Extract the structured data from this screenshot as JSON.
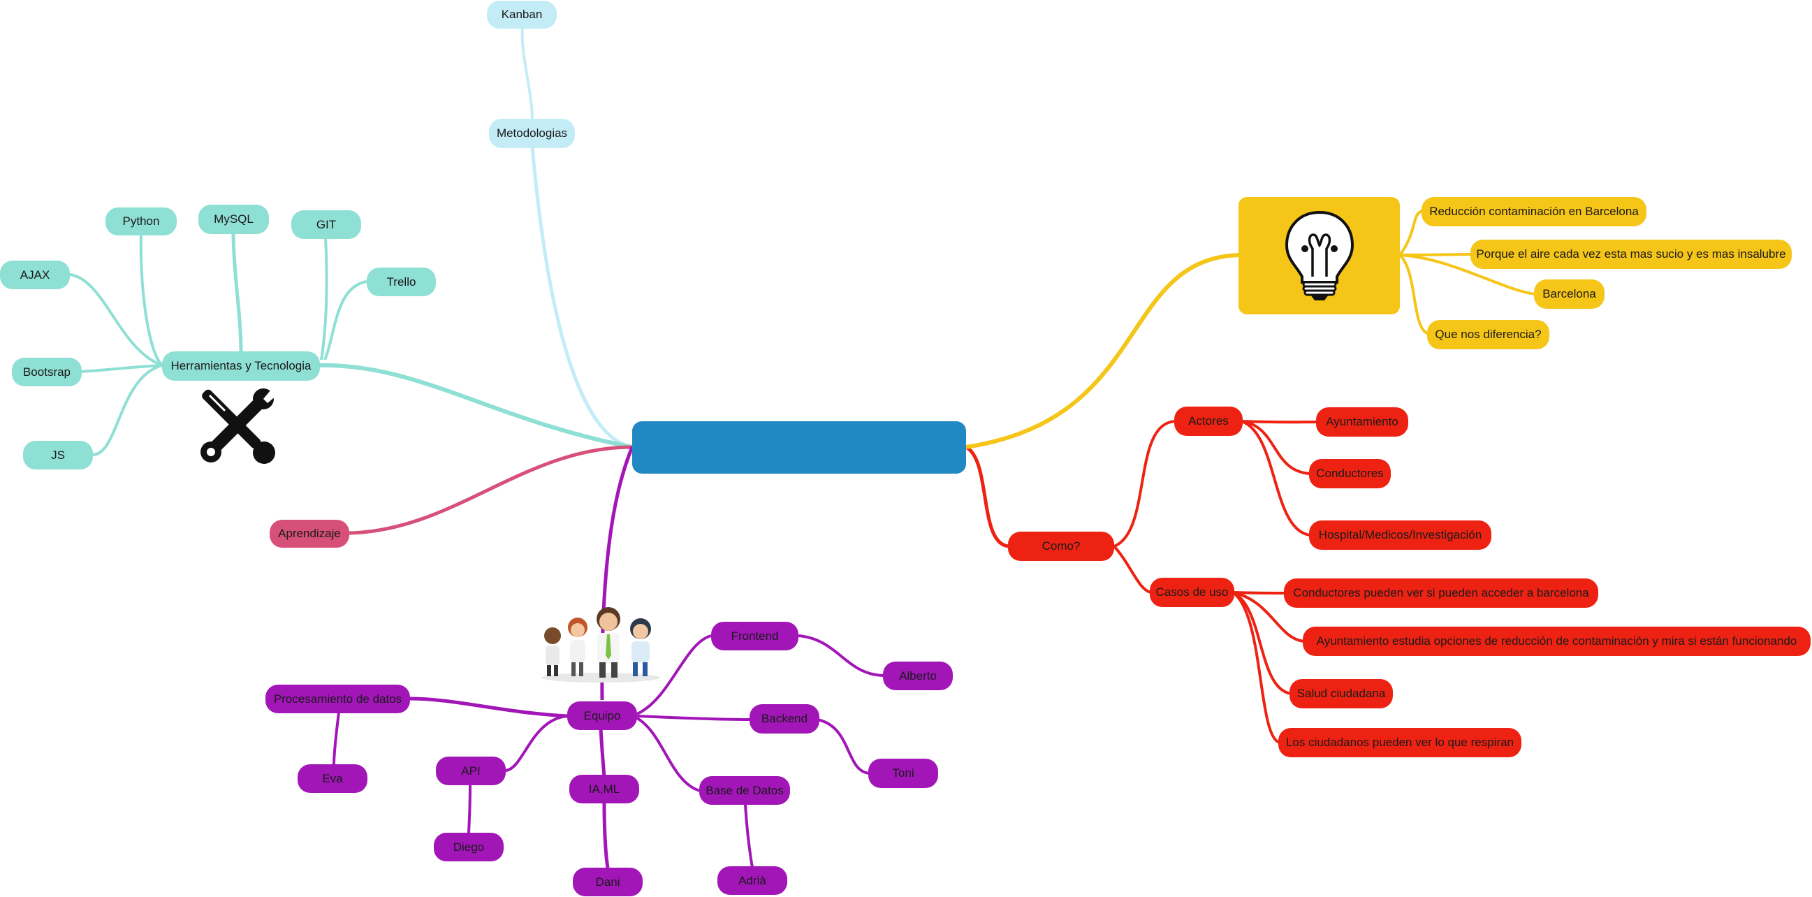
{
  "central": {
    "label": "",
    "color": "#2089c4"
  },
  "colors": {
    "tools": "#8edfd4",
    "method": "#c3ecf7",
    "learn": "#d6507a",
    "team": "#a216b8",
    "how": "#ee2212",
    "idea": "#f5c518"
  },
  "branches": {
    "metodologias": "Metodologias",
    "kanban": "Kanban",
    "herramientas": "Herramientas y Tecnologia",
    "python": "Python",
    "mysql": "MySQL",
    "git": "GIT",
    "trello": "Trello",
    "ajax": "AJAX",
    "bootsrap": "Bootsrap",
    "js": "JS",
    "aprendizaje": "Aprendizaje",
    "equipo": "Equipo",
    "frontend": "Frontend",
    "alberto": "Alberto",
    "backend": "Backend",
    "toni": "Toni",
    "basedatos": "Base de Datos",
    "adria": "Adrià",
    "iaml": "IA,ML",
    "dani": "Dani",
    "api": "API",
    "diego": "Diego",
    "procesamiento": "Procesamiento de datos",
    "eva": "Eva",
    "como": "Como?",
    "actores": "Actores",
    "ayuntamiento": "Ayuntamiento",
    "conductores": "Conductores",
    "hospital": "Hospital/Medicos/Investigación",
    "casos": "Casos de uso",
    "caso1": "Conductores pueden ver si pueden acceder a barcelona",
    "caso2": "Ayuntamiento estudia opciones de reducción de contaminación y mira si están funcionando",
    "caso3": "Salud ciudadana",
    "caso4": "Los ciudadanos pueden ver lo que respiran",
    "idea1": "Reducción contaminación en Barcelona",
    "idea2": "Porque el aire cada vez esta mas sucio y es mas insalubre",
    "idea3": "Barcelona",
    "idea4": "Que nos diferencia?"
  },
  "icons": {
    "tools": "wrench-screwdriver-icon",
    "idea": "lightbulb-icon",
    "team": "team-people-icon"
  }
}
